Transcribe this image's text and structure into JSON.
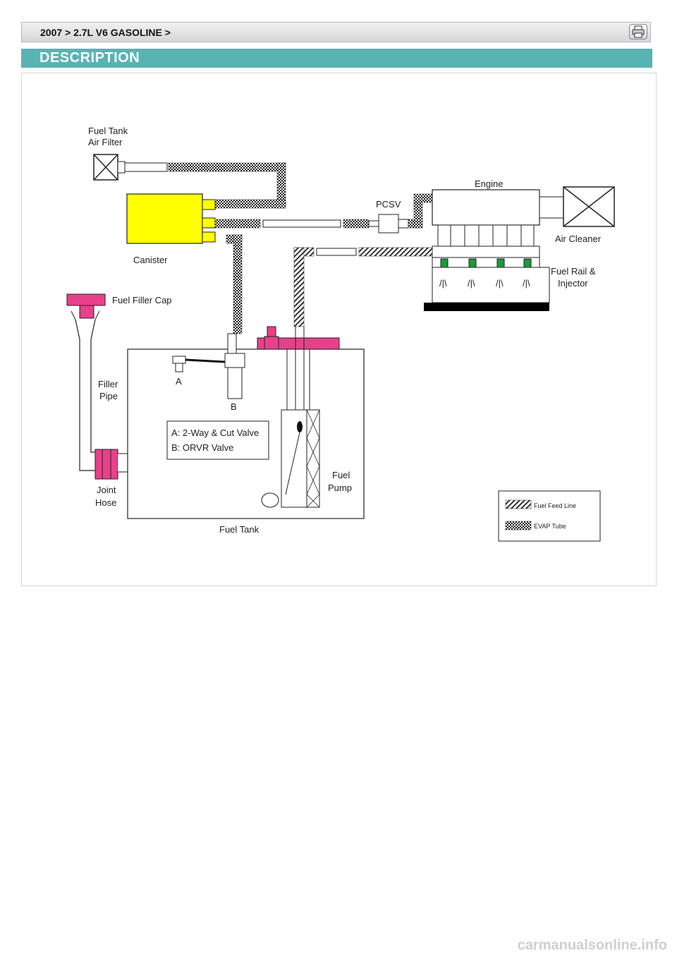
{
  "breadcrumb": "2007 > 2.7L V6 GASOLINE >",
  "section_title": "DESCRIPTION",
  "print_icon": "printer-icon",
  "diagram": {
    "labels": {
      "fuel_tank_air_filter_1": "Fuel Tank",
      "fuel_tank_air_filter_2": "Air Filter",
      "engine": "Engine",
      "pcsv": "PCSV",
      "air_cleaner": "Air Cleaner",
      "canister": "Canister",
      "fuel_rail_1": "Fuel Rail &",
      "fuel_rail_2": "Injector",
      "fuel_filler_cap": "Fuel Filler Cap",
      "a": "A",
      "b": "B",
      "filler_1": "Filler",
      "filler_2": "Pipe",
      "valve_a": "A: 2-Way & Cut Valve",
      "valve_b": "B: ORVR Valve",
      "fuel_pump_1": "Fuel",
      "fuel_pump_2": "Pump",
      "joint_1": "Joint",
      "joint_2": "Hose",
      "fuel_tank": "Fuel Tank",
      "legend_feed": "Fuel Feed Line",
      "legend_evap": "EVAP Tube"
    },
    "colors": {
      "canister": "#ffff00",
      "filler_cap": "#e8408a",
      "injector": "#1a9a3a"
    }
  },
  "watermark": "carmanualsonline.info"
}
